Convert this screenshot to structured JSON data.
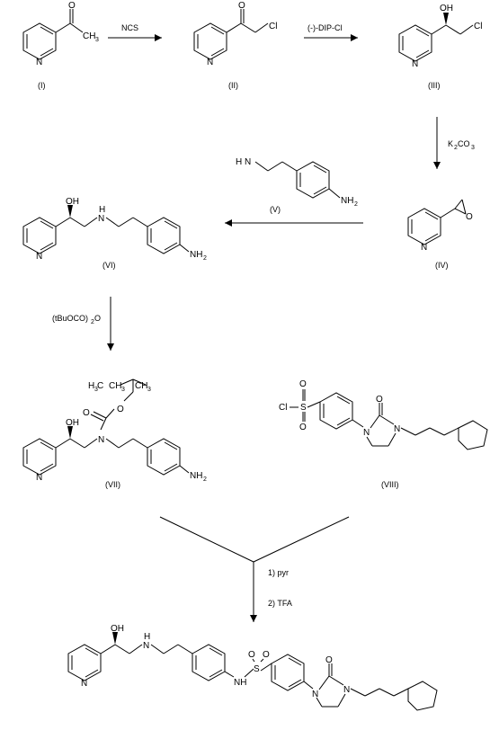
{
  "compound_labels": {
    "c1": "(I)",
    "c2": "(II)",
    "c3": "(III)",
    "c4": "(IV)",
    "c5": "(V)",
    "c6": "(VI)",
    "c7": "(VII)",
    "c8": "(VIII)"
  },
  "reagents": {
    "ncs": "NCS",
    "dipcl": "(-)-DIP-Cl",
    "k2co3": "K",
    "k2co3_sub1": "2",
    "k2co3_b": "CO",
    "k2co3_sub2": "3",
    "boc": "(tBuOCO)",
    "boc_sub": "2",
    "boc_b": "O",
    "pyr": "1) pyr",
    "tfa": "2) TFA"
  },
  "atoms": {
    "N": "N",
    "O": "O",
    "OH": "OH",
    "Cl": "Cl",
    "S": "S",
    "CH": "CH",
    "sub3": "3",
    "NH2": "NH",
    "sub2": "2",
    "H": "H",
    "NH": "NH",
    "H3C": "H C",
    "H2N": "H N"
  },
  "style": {
    "ink": "#000000",
    "background": "#ffffff"
  }
}
